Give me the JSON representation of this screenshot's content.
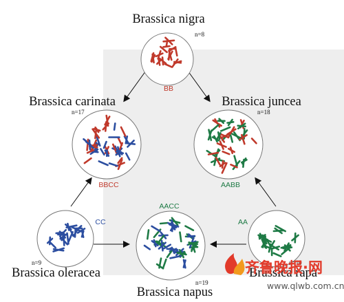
{
  "colors": {
    "background": "#ffffff",
    "panel": "#eeeeee",
    "nigra_B": "#c0392b",
    "oleracea_C": "#2c4ea0",
    "rapa_A": "#1e7a45",
    "text": "#111111",
    "arrow": "#111111",
    "watermark": "#e23a2a"
  },
  "species": {
    "nigra": {
      "name": "Brassica nigra",
      "n": "n=8",
      "genome": "BB",
      "genome_color": "#c0392b",
      "chromosomes": {
        "B": 16
      }
    },
    "carinata": {
      "name": "Brassica carinata",
      "n": "n=17",
      "genome": "BBCC",
      "genome_color": "#c0392b",
      "chromosomes": {
        "B": 16,
        "C": 18
      }
    },
    "juncea": {
      "name": "Brassica juncea",
      "n": "n=18",
      "genome": "AABB",
      "genome_color": "#1e7a45",
      "chromosomes": {
        "A": 20,
        "B": 16
      }
    },
    "oleracea": {
      "name": "Brassica oleracea",
      "n": "n=9",
      "genome": "CC",
      "genome_color": "#2c4ea0",
      "chromosomes": {
        "C": 18
      }
    },
    "napus": {
      "name": "Brassica napus",
      "n": "n=19",
      "genome": "AACC",
      "genome_color": "#1e7a45",
      "chromosomes": {
        "A": 20,
        "C": 18
      }
    },
    "rapa": {
      "name": "Brassica rapa",
      "n": "n=10",
      "genome": "AA",
      "genome_color": "#1e7a45",
      "chromosomes": {
        "A": 20
      }
    }
  },
  "watermark": {
    "logo": "齐鲁晚报·网",
    "site": "www.qlwb.com.cn"
  }
}
